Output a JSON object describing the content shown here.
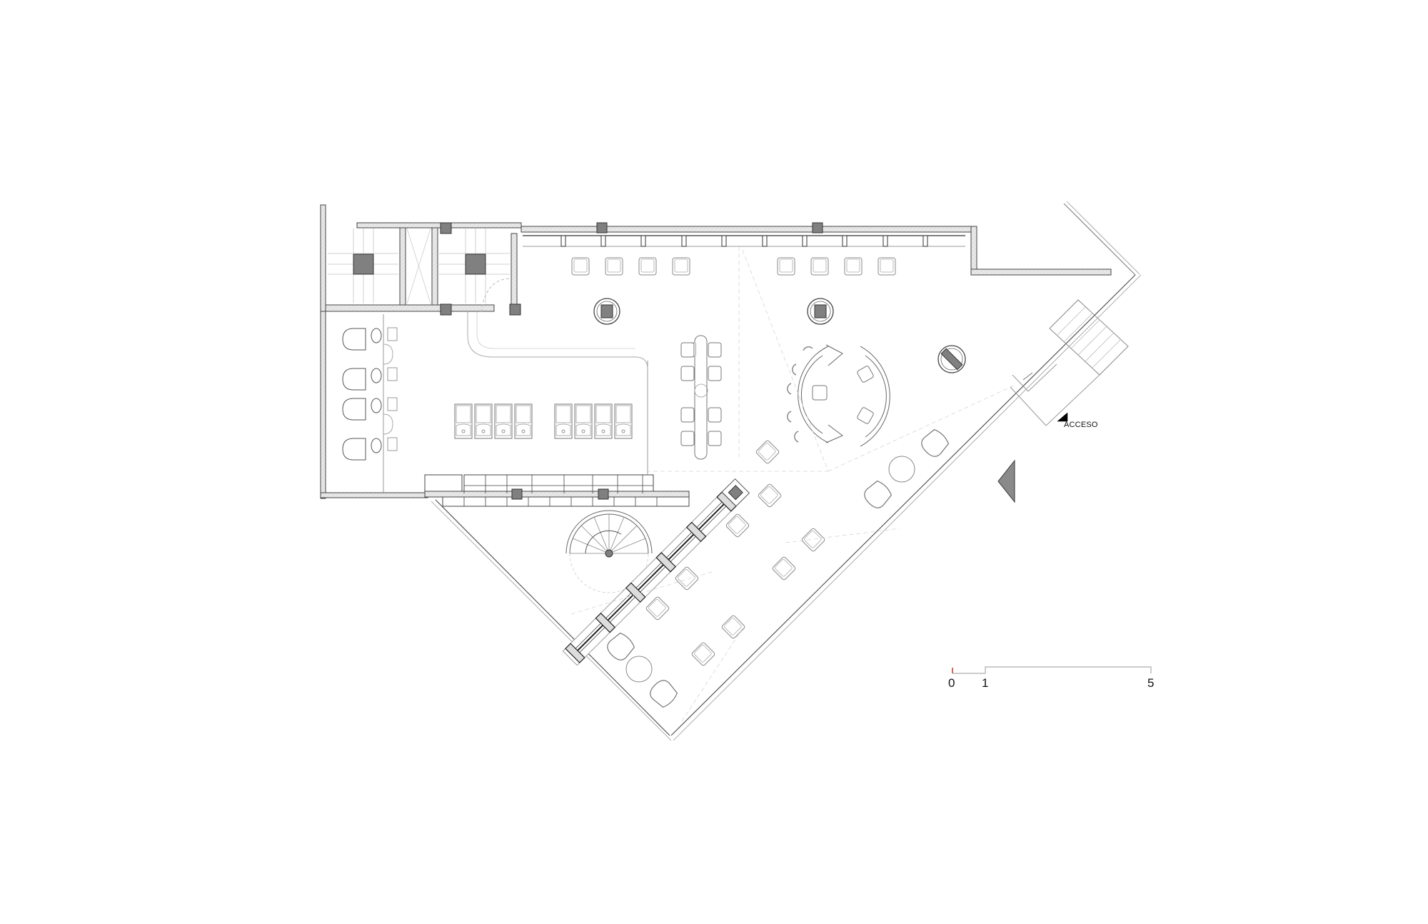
{
  "drawing": {
    "type": "architectural floor plan",
    "background": "#ffffff",
    "colors": {
      "line": "#444444",
      "light_line": "#9a9a9a",
      "wall_fill": "#e6e6e6",
      "column_fill": "#808080",
      "scale_zero_mark": "#c0392b",
      "north_arrow": "#8a8a8a"
    }
  },
  "labels": {
    "entrance": "ACCESO"
  },
  "scale_bar": {
    "ticks": [
      "0",
      "1",
      "5"
    ],
    "units": "m"
  },
  "rooms": [
    {
      "name": "stair-core-left",
      "icon": "column-square"
    },
    {
      "name": "elevator-shaft"
    },
    {
      "name": "stair-core-right",
      "icon": "column-square"
    },
    {
      "name": "restrooms",
      "toilets": 4,
      "washbasins": 4,
      "doors": 2
    },
    {
      "name": "salon-main"
    },
    {
      "name": "terrace-triangle"
    }
  ],
  "furniture": {
    "wash_stations": 8,
    "window_chairs": 8,
    "round_column_planters": 3,
    "central_table_chairs": 8,
    "curved_sofa_chairs_outer": 4,
    "curved_sofa_chairs_inner": 1,
    "curved_bench_chairs": 2,
    "bar_stools_long_counter": 9,
    "lounge_chairs_terrace": 6,
    "round_side_tables": 3,
    "spiral_stair": 1,
    "entrance_stair": 1
  }
}
